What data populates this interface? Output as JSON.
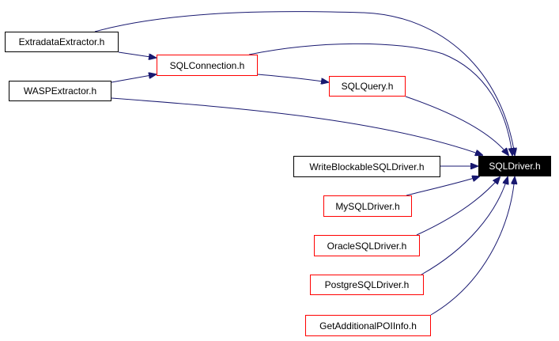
{
  "colors": {
    "edge": "#191970",
    "red_border": "#ff0000",
    "focus_background": "#000000",
    "focus_text": "#ffffff"
  },
  "nodes": {
    "extradata_extractor": "ExtradataExtractor.h",
    "sql_connection": "SQLConnection.h",
    "wasp_extractor": "WASPExtractor.h",
    "sql_query": "SQLQuery.h",
    "sql_driver": "SQLDriver.h",
    "write_blockable_sql_driver": "WriteBlockableSQLDriver.h",
    "mysql_driver": "MySQLDriver.h",
    "oracle_sql_driver": "OracleSQLDriver.h",
    "postgre_sql_driver": "PostgreSQLDriver.h",
    "get_additional_poi_info": "GetAdditionalPOIInfo.h"
  },
  "edges": [
    {
      "from": "extradata_extractor",
      "to": "sql_connection"
    },
    {
      "from": "extradata_extractor",
      "to": "sql_driver"
    },
    {
      "from": "wasp_extractor",
      "to": "sql_connection"
    },
    {
      "from": "wasp_extractor",
      "to": "sql_driver"
    },
    {
      "from": "sql_connection",
      "to": "sql_query"
    },
    {
      "from": "sql_connection",
      "to": "sql_driver"
    },
    {
      "from": "sql_query",
      "to": "sql_driver"
    },
    {
      "from": "write_blockable_sql_driver",
      "to": "sql_driver"
    },
    {
      "from": "mysql_driver",
      "to": "sql_driver"
    },
    {
      "from": "oracle_sql_driver",
      "to": "sql_driver"
    },
    {
      "from": "postgre_sql_driver",
      "to": "sql_driver"
    },
    {
      "from": "get_additional_poi_info",
      "to": "sql_driver"
    }
  ]
}
